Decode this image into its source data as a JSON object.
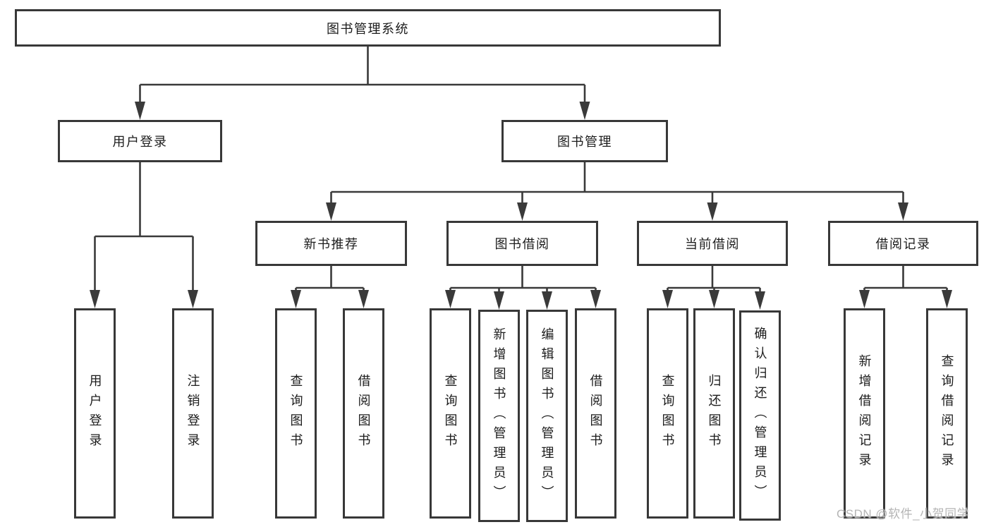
{
  "canvas": {
    "background_color": "#ffffff",
    "line_color": "#3a3a3a",
    "box_border_color": "#383838",
    "text_color": "#1c1c1c"
  },
  "tree": {
    "root": {
      "label": "图书管理系统"
    },
    "branches": [
      {
        "label": "用户登录",
        "children": [
          {
            "label": "用户登录"
          },
          {
            "label": "注销登录"
          }
        ]
      },
      {
        "label": "图书管理",
        "children": [
          {
            "label": "新书推荐",
            "children": [
              {
                "label": "查询图书"
              },
              {
                "label": "借阅图书"
              }
            ]
          },
          {
            "label": "图书借阅",
            "children": [
              {
                "label": "查询图书"
              },
              {
                "label": "新增图书（管理员）"
              },
              {
                "label": "编辑图书（管理员）"
              },
              {
                "label": "借阅图书"
              }
            ]
          },
          {
            "label": "当前借阅",
            "children": [
              {
                "label": "查询图书"
              },
              {
                "label": "归还图书"
              },
              {
                "label": "确认归还（管理员）"
              }
            ]
          },
          {
            "label": "借阅记录",
            "children": [
              {
                "label": "新增借阅记录"
              },
              {
                "label": "查询借阅记录"
              }
            ]
          }
        ]
      }
    ]
  },
  "watermark": {
    "text": "CSDN @软件_小贺同学",
    "color": "#b5b5b5"
  }
}
